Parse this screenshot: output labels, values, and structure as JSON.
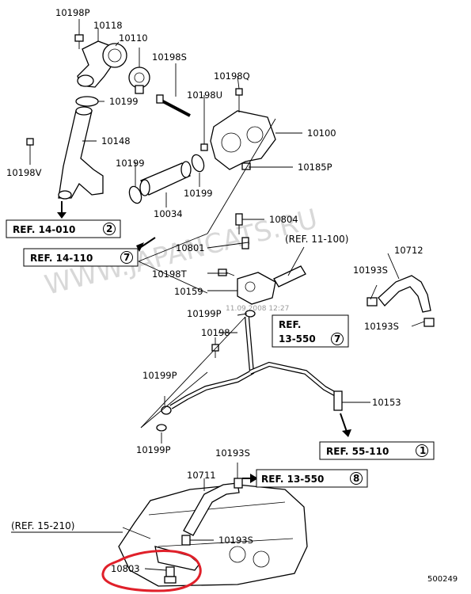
{
  "watermark": "WWW.JAPANCATS.RU",
  "watermark_small": "11.09.2008 12:27",
  "diagram_id": "500249",
  "parts": [
    {
      "key": "p10198P_top",
      "text": "10198P"
    },
    {
      "key": "p10118",
      "text": "10118"
    },
    {
      "key": "p10110",
      "text": "10110"
    },
    {
      "key": "p10198S",
      "text": "10198S"
    },
    {
      "key": "p10198Q",
      "text": "10198Q"
    },
    {
      "key": "p10199_a",
      "text": "10199"
    },
    {
      "key": "p10198U",
      "text": "10198U"
    },
    {
      "key": "p10148",
      "text": "10148"
    },
    {
      "key": "p10100",
      "text": "10100"
    },
    {
      "key": "p10198V",
      "text": "10198V"
    },
    {
      "key": "p10199_b",
      "text": "10199"
    },
    {
      "key": "p10185P",
      "text": "10185P"
    },
    {
      "key": "p10199_c",
      "text": "10199"
    },
    {
      "key": "p10034",
      "text": "10034"
    },
    {
      "key": "p10804",
      "text": "10804"
    },
    {
      "key": "p10801",
      "text": "10801"
    },
    {
      "key": "p10712",
      "text": "10712"
    },
    {
      "key": "p10193S_a",
      "text": "10193S"
    },
    {
      "key": "p10198T",
      "text": "10198T"
    },
    {
      "key": "p10159",
      "text": "10159"
    },
    {
      "key": "p10193S_b",
      "text": "10193S"
    },
    {
      "key": "p10199P_a",
      "text": "10199P"
    },
    {
      "key": "p10198",
      "text": "10198"
    },
    {
      "key": "p10199P_b",
      "text": "10199P"
    },
    {
      "key": "p10153",
      "text": "10153"
    },
    {
      "key": "p10199P_c",
      "text": "10199P"
    },
    {
      "key": "p10193S_c",
      "text": "10193S"
    },
    {
      "key": "p10711",
      "text": "10711"
    },
    {
      "key": "p10193S_d",
      "text": "10193S"
    },
    {
      "key": "p10803",
      "text": "10803"
    }
  ],
  "refs": [
    {
      "key": "ref_14_010",
      "text": "REF. 14-010",
      "num": "2"
    },
    {
      "key": "ref_14_110",
      "text": "REF. 14-110",
      "num": "7"
    },
    {
      "key": "ref_11_100",
      "text": "(REF. 11-100)"
    },
    {
      "key": "ref_13_550_a_l1",
      "text": "REF."
    },
    {
      "key": "ref_13_550_a_l2",
      "text": "13-550",
      "num": "7"
    },
    {
      "key": "ref_55_110",
      "text": "REF. 55-110",
      "num": "1"
    },
    {
      "key": "ref_13_550_b",
      "text": "REF. 13-550",
      "num": "8"
    },
    {
      "key": "ref_15_210",
      "text": "(REF. 15-210)"
    }
  ],
  "colors": {
    "highlight": "#e0202a",
    "ink": "#000000"
  }
}
